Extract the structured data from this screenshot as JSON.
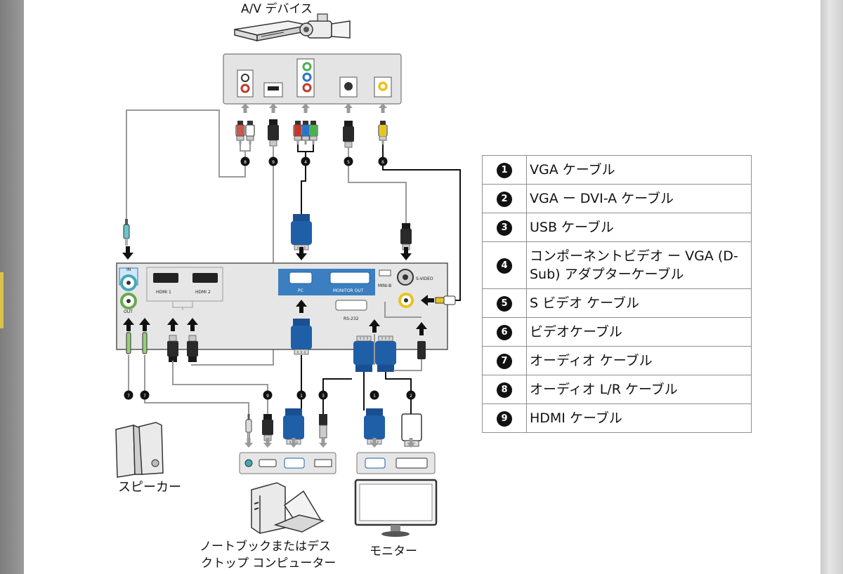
{
  "labels": {
    "av_device": "A/V デバイス",
    "speaker": "スピーカー",
    "computer_line1": "ノートブックまたはデス",
    "computer_line2": "クトップ コンピューター",
    "monitor": "モニター"
  },
  "port_labels": {
    "hdmi1": "HDMI 1",
    "hdmi2": "HDMI 2",
    "pc": "PC",
    "monitor_out": "MONITOR OUT",
    "rs232": "RS-232",
    "mini_b": "MINI-B",
    "s_video": "S-VIDEO",
    "audio_in": "IN",
    "audio_out": "OUT"
  },
  "cable_markers": [
    "8",
    "9",
    "4",
    "5",
    "6",
    "7",
    "7",
    "9",
    "1",
    "3",
    "1",
    "2"
  ],
  "legend": [
    {
      "num": "1",
      "text": "VGA ケーブル"
    },
    {
      "num": "2",
      "text": "VGA ー DVI-A ケーブル"
    },
    {
      "num": "3",
      "text": "USB ケーブル"
    },
    {
      "num": "4",
      "text": "コンポーネントビデオ ー VGA (D-Sub) アダプターケーブル"
    },
    {
      "num": "5",
      "text": "S ビデオ ケーブル"
    },
    {
      "num": "6",
      "text": "ビデオケーブル"
    },
    {
      "num": "7",
      "text": "オーディオ ケーブル"
    },
    {
      "num": "8",
      "text": "オーディオ L/R ケーブル"
    },
    {
      "num": "9",
      "text": "HDMI ケーブル"
    }
  ],
  "colors": {
    "vga_blue": "#1f5fa8",
    "panel_blue": "#3b7fc0",
    "panel_gray": "#e6e6e6",
    "jack_green": "#6aa84f",
    "jack_teal": "#46a6b8",
    "jack_yellow": "#e8c420",
    "jack_red": "#c0392b"
  },
  "icons": [
    "up-arrow-icon",
    "down-arrow-icon",
    "left-arrow-icon",
    "speaker-icon",
    "desktop-computer-icon",
    "laptop-icon",
    "monitor-icon",
    "dvd-player-icon",
    "camcorder-icon"
  ]
}
